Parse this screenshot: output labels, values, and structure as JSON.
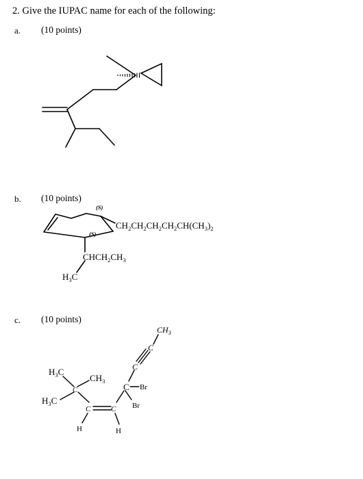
{
  "question": {
    "title": "2.  Give the IUPAC name for each of the following:"
  },
  "parts": [
    {
      "letter": "a.",
      "points": "(10 points)"
    },
    {
      "letter": "b.",
      "points": "(10 points)"
    },
    {
      "letter": "c.",
      "points": "(10 points)"
    }
  ],
  "structure_b": {
    "stereo_top": "(S)",
    "stereo_mid": "(S)",
    "chain": {
      "main": "CH",
      "s1": "2",
      "m2": "CH",
      "s2": "2",
      "m3": "CH",
      "s3": "2",
      "m4": "CH",
      "s4": "2",
      "m5": "CH(CH",
      "s5": "3",
      "m6": ")",
      "s6": "2"
    },
    "branch": {
      "main": "CHCH",
      "s1": "2",
      "m2": "CH",
      "s2": "3"
    },
    "methyl": {
      "main": "H",
      "s1": "3",
      "m2": "C"
    }
  },
  "structure_c": {
    "ch3_top": {
      "main": "CH",
      "sub": "3"
    },
    "c_alkyne_upper": "C",
    "c_alkyne_lower": "C",
    "c_quaternary_right": "C",
    "br_right": "Br",
    "br_below": "Br",
    "h3c_upper": {
      "m1": "H",
      "sub": "3",
      "m2": "C"
    },
    "h3c_lower": {
      "m1": "H",
      "sub": "3",
      "m2": "C"
    },
    "c_quaternary_left": "C",
    "ch3_mid": {
      "main": "CH",
      "sub": "3"
    },
    "c_alkene_left": "C",
    "c_alkene_right": "C",
    "h_left": "H",
    "h_right": "H"
  }
}
